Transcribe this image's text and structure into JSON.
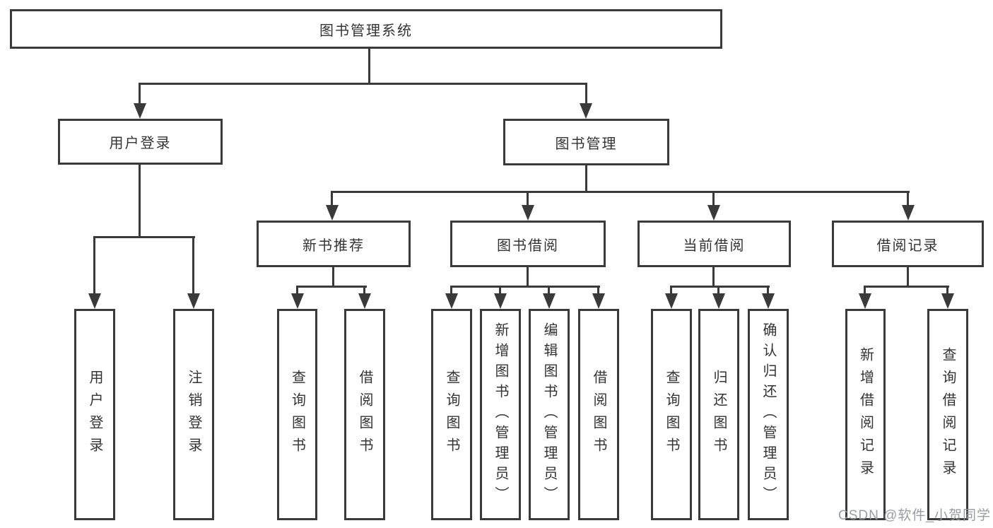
{
  "diagram": {
    "title": "图书管理系统",
    "tree": {
      "root": {
        "label": "图书管理系统"
      },
      "children": [
        {
          "label": "用户登录",
          "children": [
            {
              "label": "用户登录"
            },
            {
              "label": "注销登录"
            }
          ]
        },
        {
          "label": "图书管理",
          "children": [
            {
              "label": "新书推荐",
              "children": [
                {
                  "label": "查询图书"
                },
                {
                  "label": "借阅图书"
                }
              ]
            },
            {
              "label": "图书借阅",
              "children": [
                {
                  "label": "查询图书"
                },
                {
                  "label": "新增图书（管理员）"
                },
                {
                  "label": "编辑图书（管理员）"
                },
                {
                  "label": "借阅图书"
                }
              ]
            },
            {
              "label": "当前借阅",
              "children": [
                {
                  "label": "查询图书"
                },
                {
                  "label": "归还图书"
                },
                {
                  "label": "确认归还（管理员）"
                }
              ]
            },
            {
              "label": "借阅记录",
              "children": [
                {
                  "label": "新增借阅记录"
                },
                {
                  "label": "查询借阅记录"
                }
              ]
            }
          ]
        }
      ]
    }
  },
  "watermark": {
    "text": "CSDN @软件_小贺同学",
    "color": "#94989e"
  },
  "colors": {
    "line": "#3a3a3a",
    "box_border": "#3a3a3a",
    "text": "#333333",
    "background": "#ffffff"
  }
}
